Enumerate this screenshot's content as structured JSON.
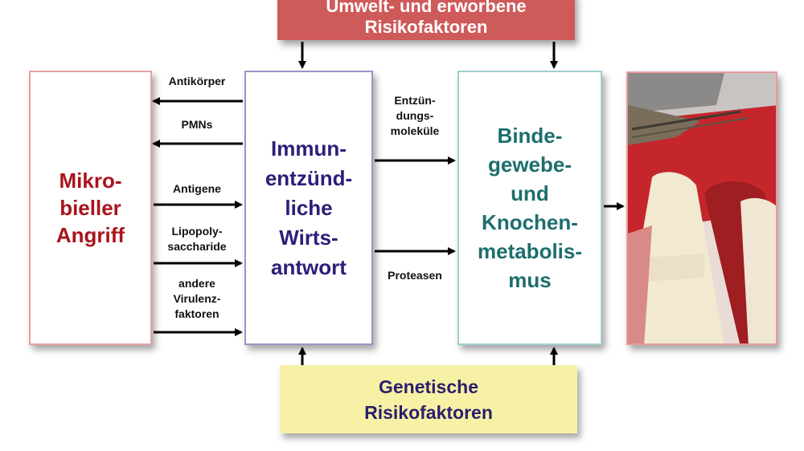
{
  "top_box": {
    "text": "Umwelt- und erworbene\nRisikofaktoren"
  },
  "bottom_box": {
    "text": "Genetische\nRisikofaktoren"
  },
  "microbial_box": {
    "text": "Mikro-\nbieller\nAngriff"
  },
  "host_box": {
    "text": "Immun-\nentzünd-\nliche\nWirts-\nantwort"
  },
  "tissue_box": {
    "text": "Binde-\ngewebe-\nund\nKnochen-\nmetabolis-\nmus"
  },
  "arrow_labels": {
    "antibodies": "Antikörper",
    "pmns": "PMNs",
    "antigens": "Antigene",
    "lps": "Lipopoly-\nsaccharide",
    "virulence": "andere\nVirulenz-\nfaktoren",
    "inflammatory": "Entzün-\ndungs-\nmoleküle",
    "proteases": "Proteasen"
  },
  "colors": {
    "top_box": "#cf5a5a",
    "bottom_box": "#f7f1a6",
    "microbial_text": "#a8151b",
    "host_text": "#2a1f78",
    "tissue_text": "#1e6e6e"
  },
  "photo": {
    "icon": "clinical-photo-gum-tooth"
  }
}
